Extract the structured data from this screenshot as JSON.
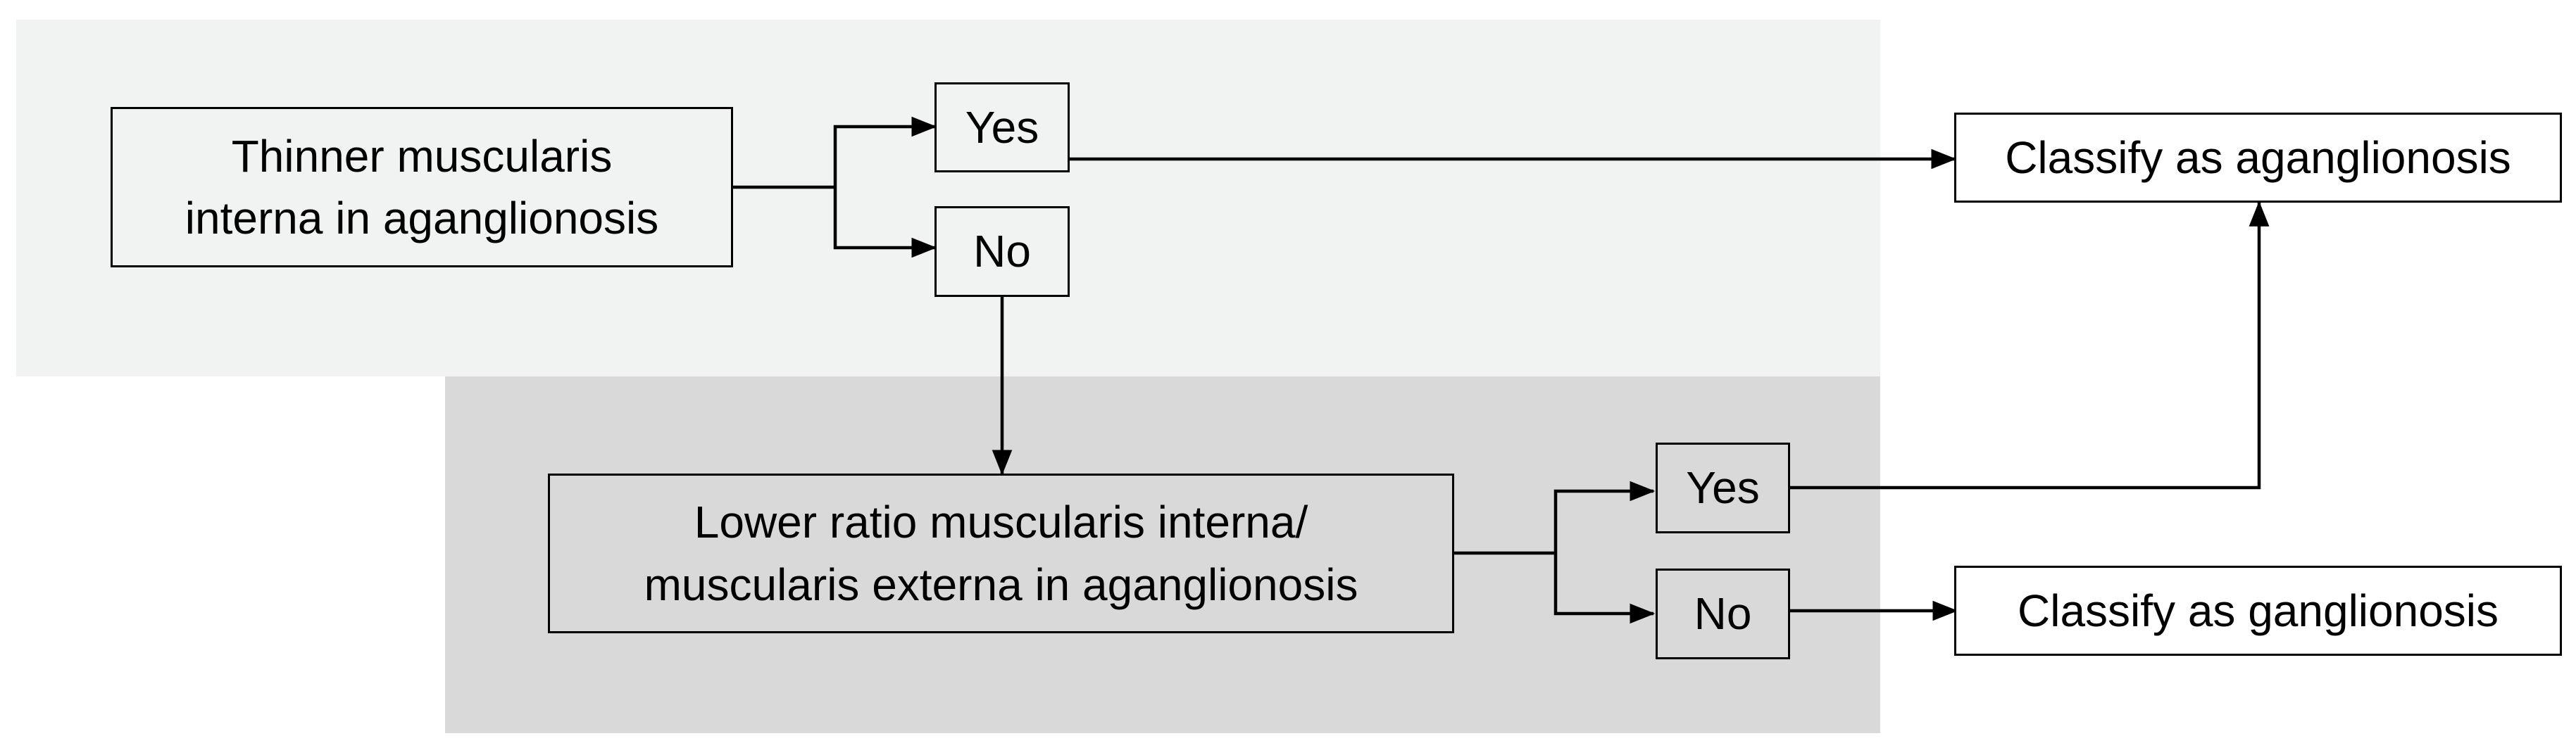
{
  "decision_1": {
    "question": "Thinner muscularis\ninterna in aganglionosis",
    "yes_label": "Yes",
    "no_label": "No"
  },
  "decision_2": {
    "question": "Lower ratio muscularis interna/\nmuscularis externa in aganglionosis",
    "yes_label": "Yes",
    "no_label": "No"
  },
  "outcomes": {
    "aganglionosis": "Classify as aganglionosis",
    "ganglionosis": "Classify as ganglionosis"
  },
  "colors": {
    "top_panel": "#f1f2f2",
    "bottom_panel": "#d9d9d9",
    "line": "#000000"
  }
}
